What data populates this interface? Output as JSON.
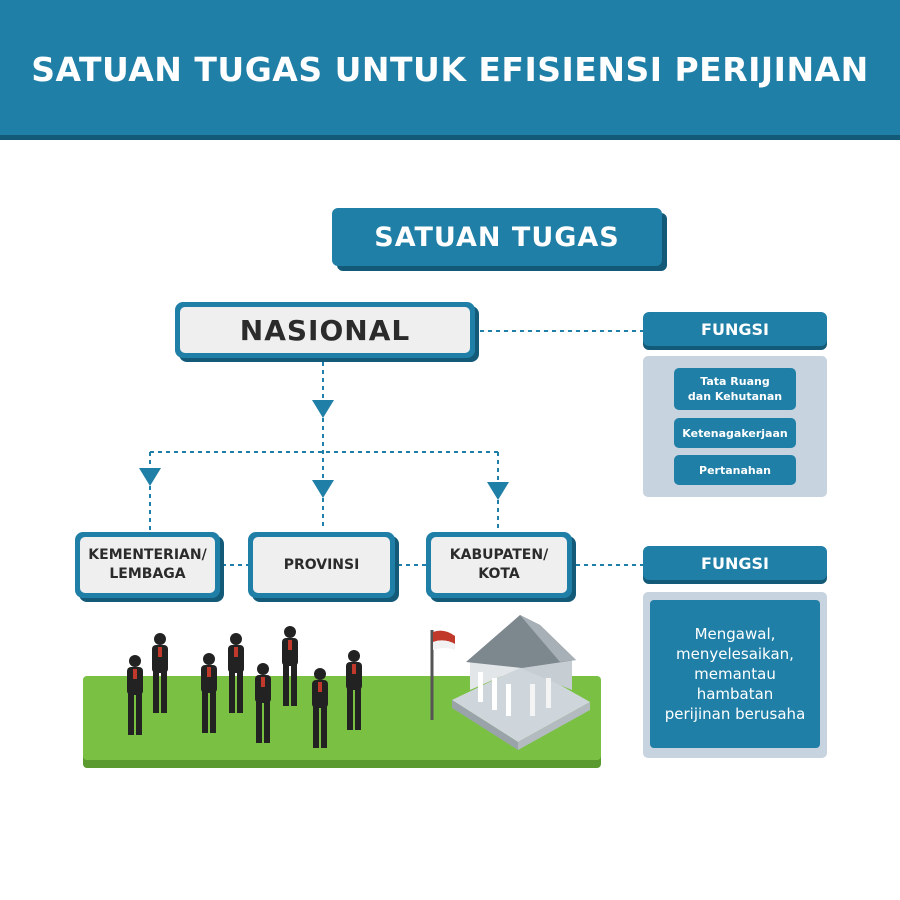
{
  "header": {
    "title": "SATUAN TUGAS UNTUK EFISIENSI PERIJINAN"
  },
  "diagram": {
    "root": "SATUAN TUGAS",
    "national": "NASIONAL",
    "regional": [
      {
        "line1": "KEMENTERIAN/",
        "line2": "LEMBAGA"
      },
      {
        "line1": "PROVINSI",
        "line2": ""
      },
      {
        "line1": "KABUPATEN/",
        "line2": "KOTA"
      }
    ]
  },
  "fungsi_national": {
    "title": "FUNGSI",
    "items": [
      {
        "line1": "Tata Ruang",
        "line2": "dan Kehutanan"
      },
      {
        "line1": "Ketenagakerjaan",
        "line2": ""
      },
      {
        "line1": "Pertanahan",
        "line2": ""
      }
    ]
  },
  "fungsi_regional": {
    "title": "FUNGSI",
    "lines": [
      "Mengawal,",
      "menyelesaikan,",
      "memantau",
      "hambatan",
      "perijinan berusaha"
    ]
  },
  "colors": {
    "primary": "#1f7fa6",
    "shadow": "#135a78",
    "panel": "#c7d3de",
    "grass": "#7ac143"
  }
}
